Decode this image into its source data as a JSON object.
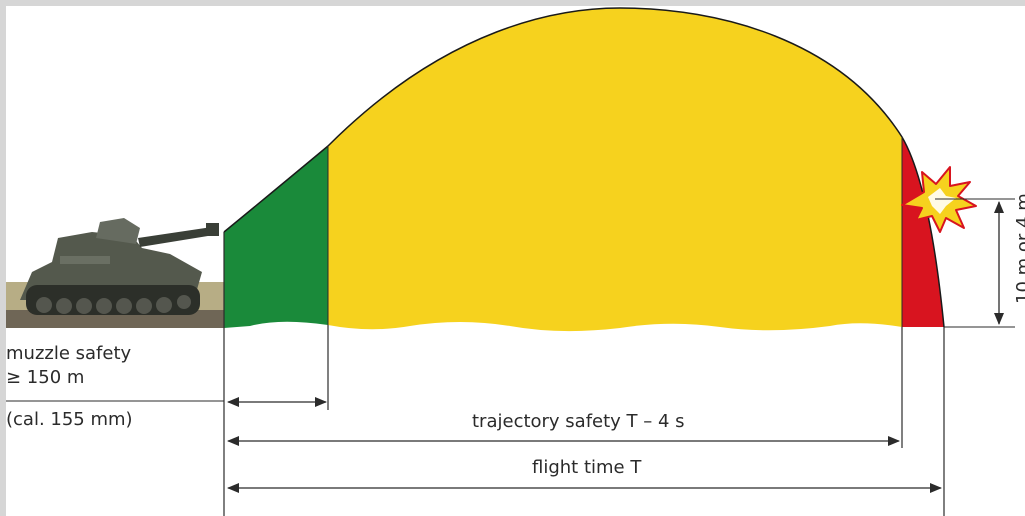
{
  "diagram": {
    "labels": {
      "muzzle_line1": "muzzle safety",
      "muzzle_line2": "≥ 150 m",
      "caliber": "(cal. 155 mm)",
      "trajectory_safety": "trajectory safety T – 4 s",
      "flight_time": "flight time T",
      "burst_height": "10 m or 4 m"
    },
    "zones": [
      {
        "name": "muzzle safety zone",
        "color": "#1a8a3a"
      },
      {
        "name": "trajectory safety zone",
        "color": "#f6d21e"
      },
      {
        "name": "arming zone",
        "color": "#d8141f"
      }
    ],
    "icons": [
      "howitzer-image",
      "explosion-icon"
    ]
  }
}
